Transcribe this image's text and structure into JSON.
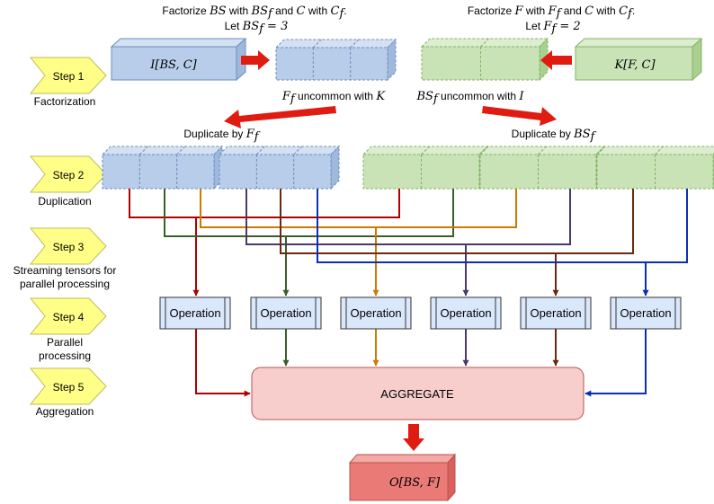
{
  "colors": {
    "blue_fill": "#b7cde9",
    "blue_stroke": "#6c8ebf",
    "green_fill": "#c9e3b6",
    "green_stroke": "#82b366",
    "red_fill": "#f8cecc",
    "red_stroke": "#b85450",
    "step_fill": "#ffff88",
    "step_stroke": "#bdbd5a",
    "op_fill": "#dae8fc",
    "arrow_red": "#e01b12"
  },
  "header": {
    "left_line1": "Factorize BS with BSf and C with Cf.",
    "left_line2": "Let BSf = 3",
    "right_line1": "Factorize F with Ff and C with Cf.",
    "right_line2": "Let Ff = 2"
  },
  "tensors": {
    "input_left": "I[BS, C]",
    "input_right": "K[F, C]",
    "output": "O[BS, F]"
  },
  "notes": {
    "left_uncommon": "Ff uncommon with K",
    "right_uncommon": "BSf uncommon with I",
    "dup_left": "Duplicate by Ff",
    "dup_right": "Duplicate by BSf"
  },
  "steps": [
    {
      "name": "Step 1",
      "caption": [
        "Factorization"
      ]
    },
    {
      "name": "Step 2",
      "caption": [
        "Duplication"
      ]
    },
    {
      "name": "Step 3",
      "caption": [
        "Streaming tensors for",
        "parallel processing"
      ]
    },
    {
      "name": "Step 4",
      "caption": [
        "Parallel",
        "processing"
      ]
    },
    {
      "name": "Step 5",
      "caption": [
        "Aggregation"
      ]
    }
  ],
  "operations": [
    "Operation",
    "Operation",
    "Operation",
    "Operation",
    "Operation",
    "Operation"
  ],
  "stream_colors": [
    "#b20000",
    "#3a5f2a",
    "#cc7a00",
    "#4a3a6a",
    "#6b2a10",
    "#0d2fb5"
  ],
  "aggregate_label": "AGGREGATE"
}
